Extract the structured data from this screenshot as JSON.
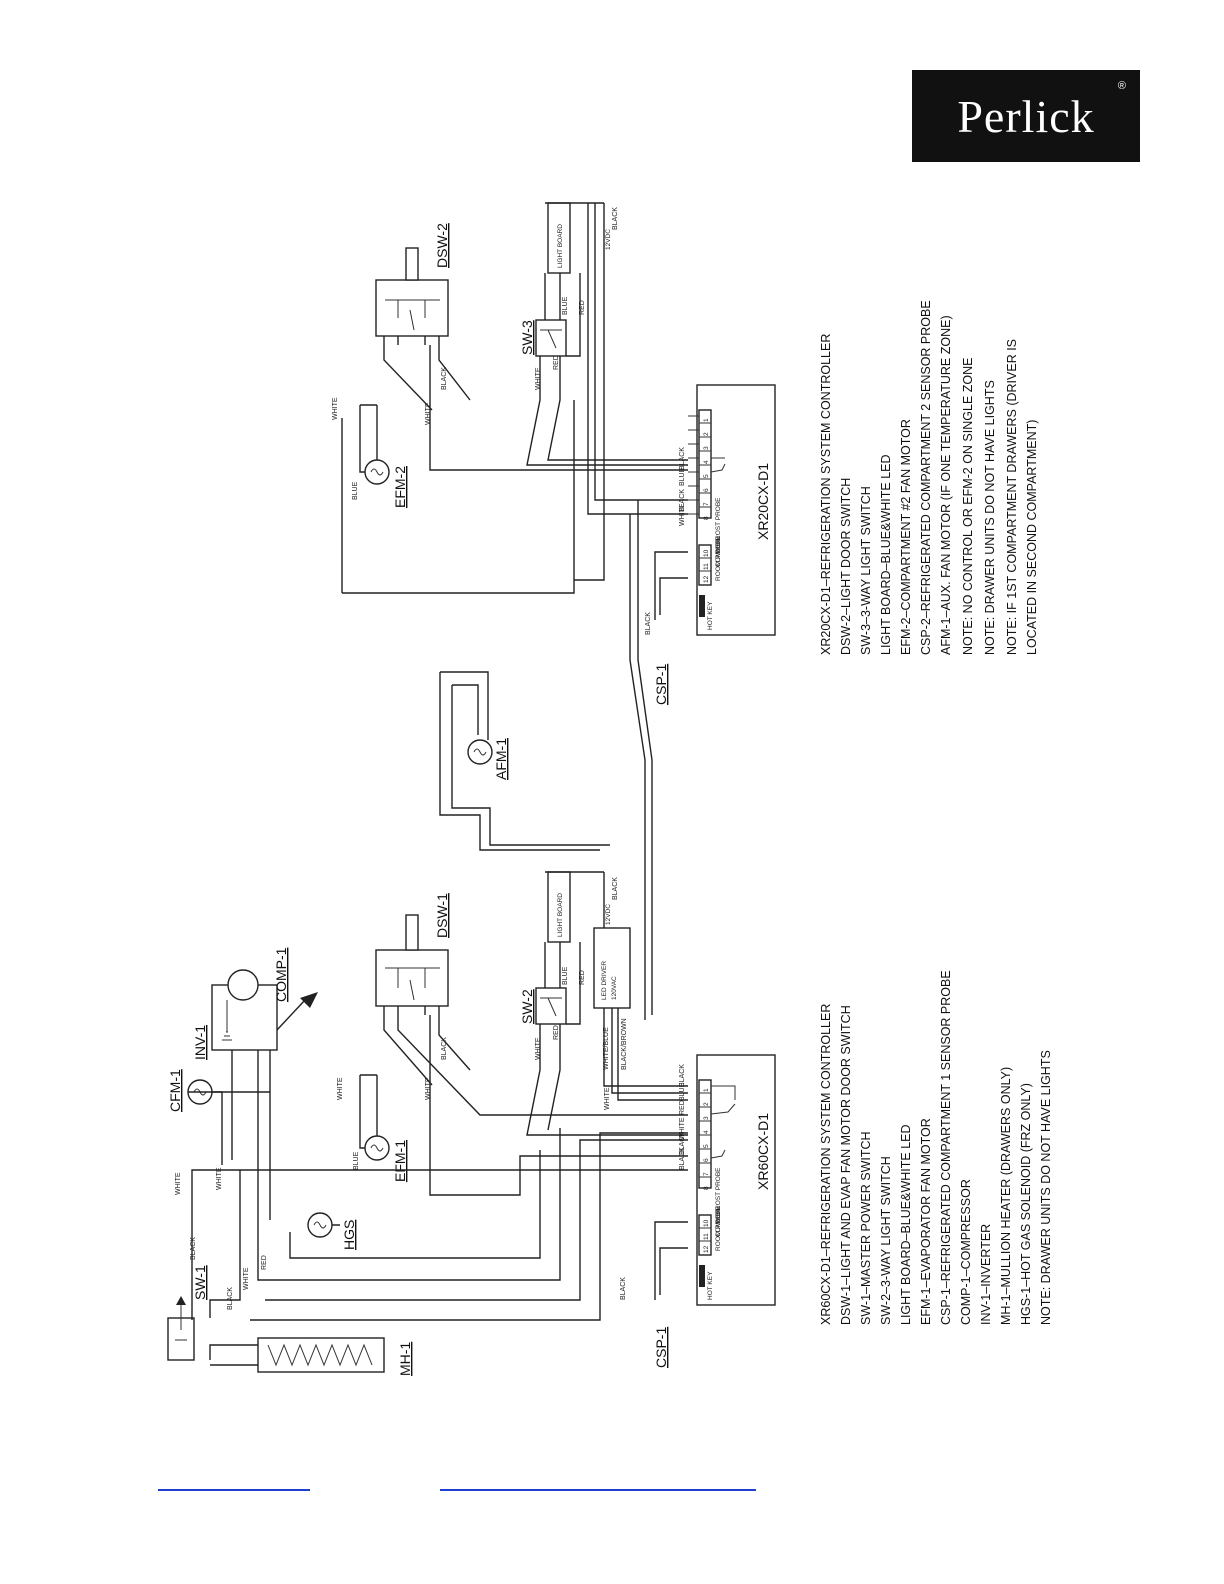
{
  "logo": {
    "brand": "Perlick",
    "reg_mark": "®"
  },
  "components_left": {
    "cfm1": "CFM-1",
    "inv1": "INV-1",
    "comp1": "COMP-1",
    "dsw1": "DSW-1",
    "efm1": "EFM-1",
    "hgs": "HGS",
    "sw1": "SW-1",
    "mh1": "MH-1",
    "csp1": "CSP-1",
    "sw2": "SW-2",
    "afm1": "AFM-1",
    "controller": "XR60CX-D1"
  },
  "components_right": {
    "dsw2": "DSW-2",
    "sw3": "SW-3",
    "efm2": "EFM-2",
    "csp1": "CSP-1",
    "controller": "XR20CX-D1"
  },
  "wire_labels": {
    "white": "WHITE",
    "black": "BLACK",
    "blue": "BLUE",
    "red": "RED",
    "white_blue": "WHITE/BLUE",
    "black_brown": "BLACK/BROWN",
    "light_board": "LIGHT BOARD",
    "led_driver": "LED DRIVER",
    "vac": "120VAC",
    "vdc": "12VDC",
    "defrost_probe": "DEFROST PROBE",
    "common": "COMMON",
    "room_probe": "ROOM PROBE",
    "hot_key": "HOT KEY"
  },
  "terminals": {
    "t1": "1",
    "t2": "2",
    "t3": "3",
    "t4": "4",
    "t5": "5",
    "t6": "6",
    "t7": "7",
    "t8": "8",
    "t10": "10",
    "t11": "11",
    "t12": "12"
  },
  "legend_right": [
    "XR20CX-D1–REFRIGERATION SYSTEM CONTROLLER",
    "DSW-2–LIGHT DOOR SWITCH",
    "SW-3–3-WAY LIGHT SWITCH",
    "LIGHT BOARD–BLUE&WHITE LED",
    "EFM-2–COMPARTMENT #2 FAN MOTOR",
    "CSP-2–REFRIGERATED COMPARTMENT 2 SENSOR PROBE",
    "AFM-1–AUX. FAN MOTOR (IF ONE TEMPERATURE ZONE)"
  ],
  "notes_right": [
    "NOTE: NO CONTROL OR EFM-2 ON SINGLE ZONE",
    "NOTE: DRAWER UNITS DO NOT HAVE LIGHTS",
    "NOTE: IF 1ST COMPARTMENT DRAWERS (DRIVER IS",
    "LOCATED IN SECOND COMPARTMENT)"
  ],
  "legend_left": [
    "XR60CX-D1–REFRIGERATION SYSTEM CONTROLLER",
    "DSW-1–LIGHT AND EVAP FAN MOTOR DOOR SWITCH",
    "SW-1–MASTER POWER SWITCH",
    "SW-2–3-WAY LIGHT SWITCH",
    "LIGHT BOARD–BLUE&WHITE LED",
    "EFM-1–EVAPORATOR FAN MOTOR",
    "CSP-1–REFRIGERATED COMPARTMENT 1 SENSOR PROBE",
    "COMP-1–COMPRESSOR",
    "INV-1–INVERTER",
    "MH-1–MULLION HEATER (DRAWERS ONLY)",
    "HGS-1–HOT GAS SOLENOID (FRZ ONLY)",
    "NOTE: DRAWER UNITS DO NOT HAVE LIGHTS"
  ]
}
